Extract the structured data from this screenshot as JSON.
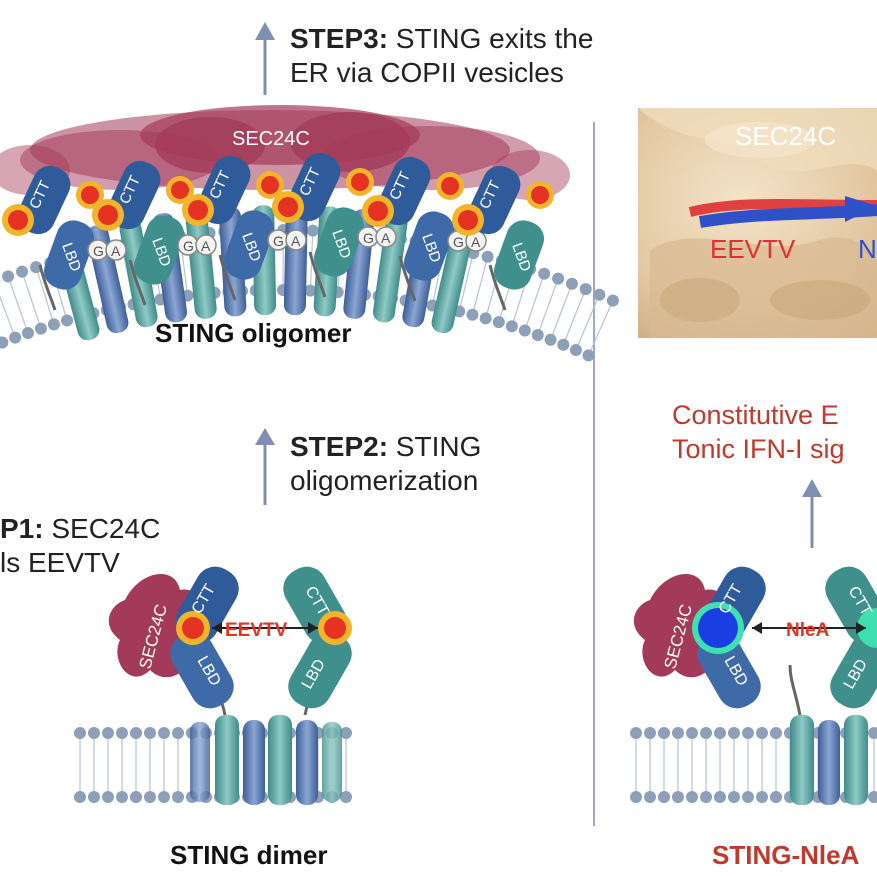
{
  "steps": {
    "step1": {
      "bold": "P1:",
      "line1_rest": " SEC24C",
      "line2": "ls EEVTV"
    },
    "step2": {
      "bold": "STEP2:",
      "line1_rest": " STING",
      "line2": "oligomerization"
    },
    "step3": {
      "bold": "STEP3:",
      "line1_rest": " STING exits the",
      "line2": "ER via COPII vesicles"
    }
  },
  "labels": {
    "sec24c_top": "SEC24C",
    "sec24c_small": "SEC24C",
    "oligomer": "STING oligomer",
    "dimer": "STING dimer",
    "eevtv_arrow": "EEVTV",
    "nlea_arrow": "NleA",
    "cnlea": "STING-NleA",
    "ctt": "CTT",
    "lbd": "LBD",
    "g": "G",
    "a": "A"
  },
  "right_panel": {
    "structure_label": "SEC24C",
    "eevtv": "EEVTV",
    "n_fragment": "N",
    "outcome_line1": "Constitutive E",
    "outcome_line2": "Tonic IFN-I sig"
  },
  "colors": {
    "membrane_head": "#8e9fb8",
    "helix_teal": "#5fa7a3",
    "helix_blue": "#4e6fa8",
    "sec24c": "#a33a5a",
    "ctt_blue": "#2f5b9a",
    "lbd_teal": "#3f8f8c",
    "motif_red": "#e53222",
    "motif_ring": "#f3b32b",
    "outcome_red": "#c0392b",
    "arrow": "#7f8fb0",
    "blue_ball": "#1a3fe0",
    "green_ring": "#3ee0b0"
  }
}
